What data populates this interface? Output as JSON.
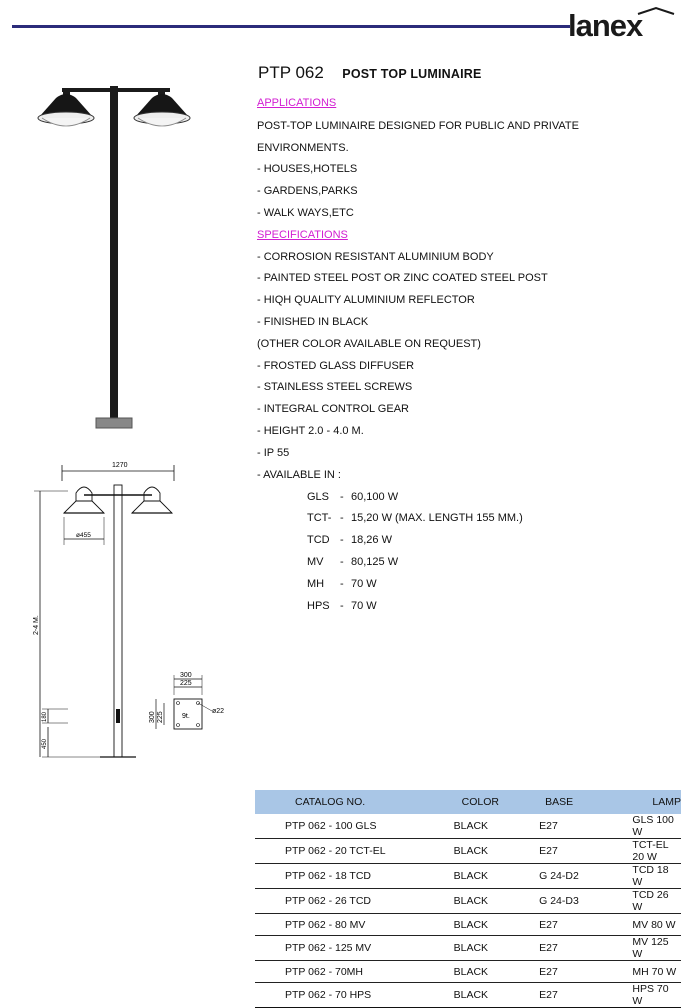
{
  "brand": {
    "logo_text": "lanex"
  },
  "product": {
    "code": "PTP 062",
    "type": "POST TOP LUMINAIRE"
  },
  "applications": {
    "heading": "APPLICATIONS",
    "lines": [
      "POST-TOP LUMINAIRE DESIGNED FOR PUBLIC AND PRIVATE",
      "ENVIRONMENTS.",
      " - HOUSES,HOTELS",
      " - GARDENS,PARKS",
      " - WALK WAYS,ETC"
    ]
  },
  "specifications": {
    "heading": "SPECIFICATIONS",
    "lines": [
      " - CORROSION RESISTANT ALUMINIUM BODY",
      " - PAINTED STEEL POST OR ZINC COATED STEEL POST",
      " - HIQH QUALITY ALUMINIUM REFLECTOR",
      " - FINISHED IN BLACK",
      "   (OTHER COLOR AVAILABLE ON REQUEST)",
      " - FROSTED GLASS DIFFUSER",
      " - STAINLESS STEEL SCREWS",
      " - INTEGRAL CONTROL GEAR",
      " - HEIGHT 2.0 - 4.0 M.",
      " - IP 55",
      " - AVAILABLE IN :"
    ]
  },
  "available": [
    {
      "type": "GLS",
      "dash": "-",
      "value": "60,100 W"
    },
    {
      "type": "TCT-",
      "dash": "-",
      "value": "15,20 W (MAX. LENGTH 155 MM.)"
    },
    {
      "type": "TCD",
      "dash": "-",
      "value": "18,26 W"
    },
    {
      "type": "MV",
      "dash": "-",
      "value": "80,125 W"
    },
    {
      "type": "MH",
      "dash": "-",
      "value": "70 W"
    },
    {
      "type": "HPS",
      "dash": "-",
      "value": "70 W"
    }
  ],
  "drawing": {
    "width_label": "1270",
    "diameter_label": "ø455",
    "height_label": "2-4 M.",
    "door_label": "180",
    "base_height_label": "450",
    "plate_outer": "300",
    "plate_inner": "225",
    "plate_side_outer": "300",
    "plate_side_inner": "225",
    "plate_center": "9t.",
    "hole_label": "ø22"
  },
  "catalog": {
    "headers": [
      "CATALOG NO.",
      "COLOR",
      "BASE",
      "LAMP"
    ],
    "rows": [
      [
        "PTP 062 - 100 GLS",
        "BLACK",
        "E27",
        "GLS 100 W"
      ],
      [
        "PTP 062 - 20 TCT-EL",
        "BLACK",
        "E27",
        "TCT-EL 20 W"
      ],
      [
        "PTP 062 - 18 TCD",
        "BLACK",
        "G 24-D2",
        "TCD 18 W"
      ],
      [
        "PTP 062 - 26 TCD",
        "BLACK",
        "G 24-D3",
        "TCD 26 W"
      ],
      [
        "PTP 062 - 80 MV",
        "BLACK",
        "E27",
        "MV 80 W"
      ],
      [
        "PTP 062 - 125 MV",
        "BLACK",
        "E27",
        "MV 125 W"
      ],
      [
        "PTP 062 - 70MH",
        "BLACK",
        "E27",
        "MH 70 W"
      ],
      [
        "PTP 062 - 70 HPS",
        "BLACK",
        "E27",
        "HPS 70 W"
      ]
    ]
  },
  "colors": {
    "heading": "#d21ed2",
    "table_header": "#a9c6e6",
    "rule": "#2b2b7a"
  }
}
